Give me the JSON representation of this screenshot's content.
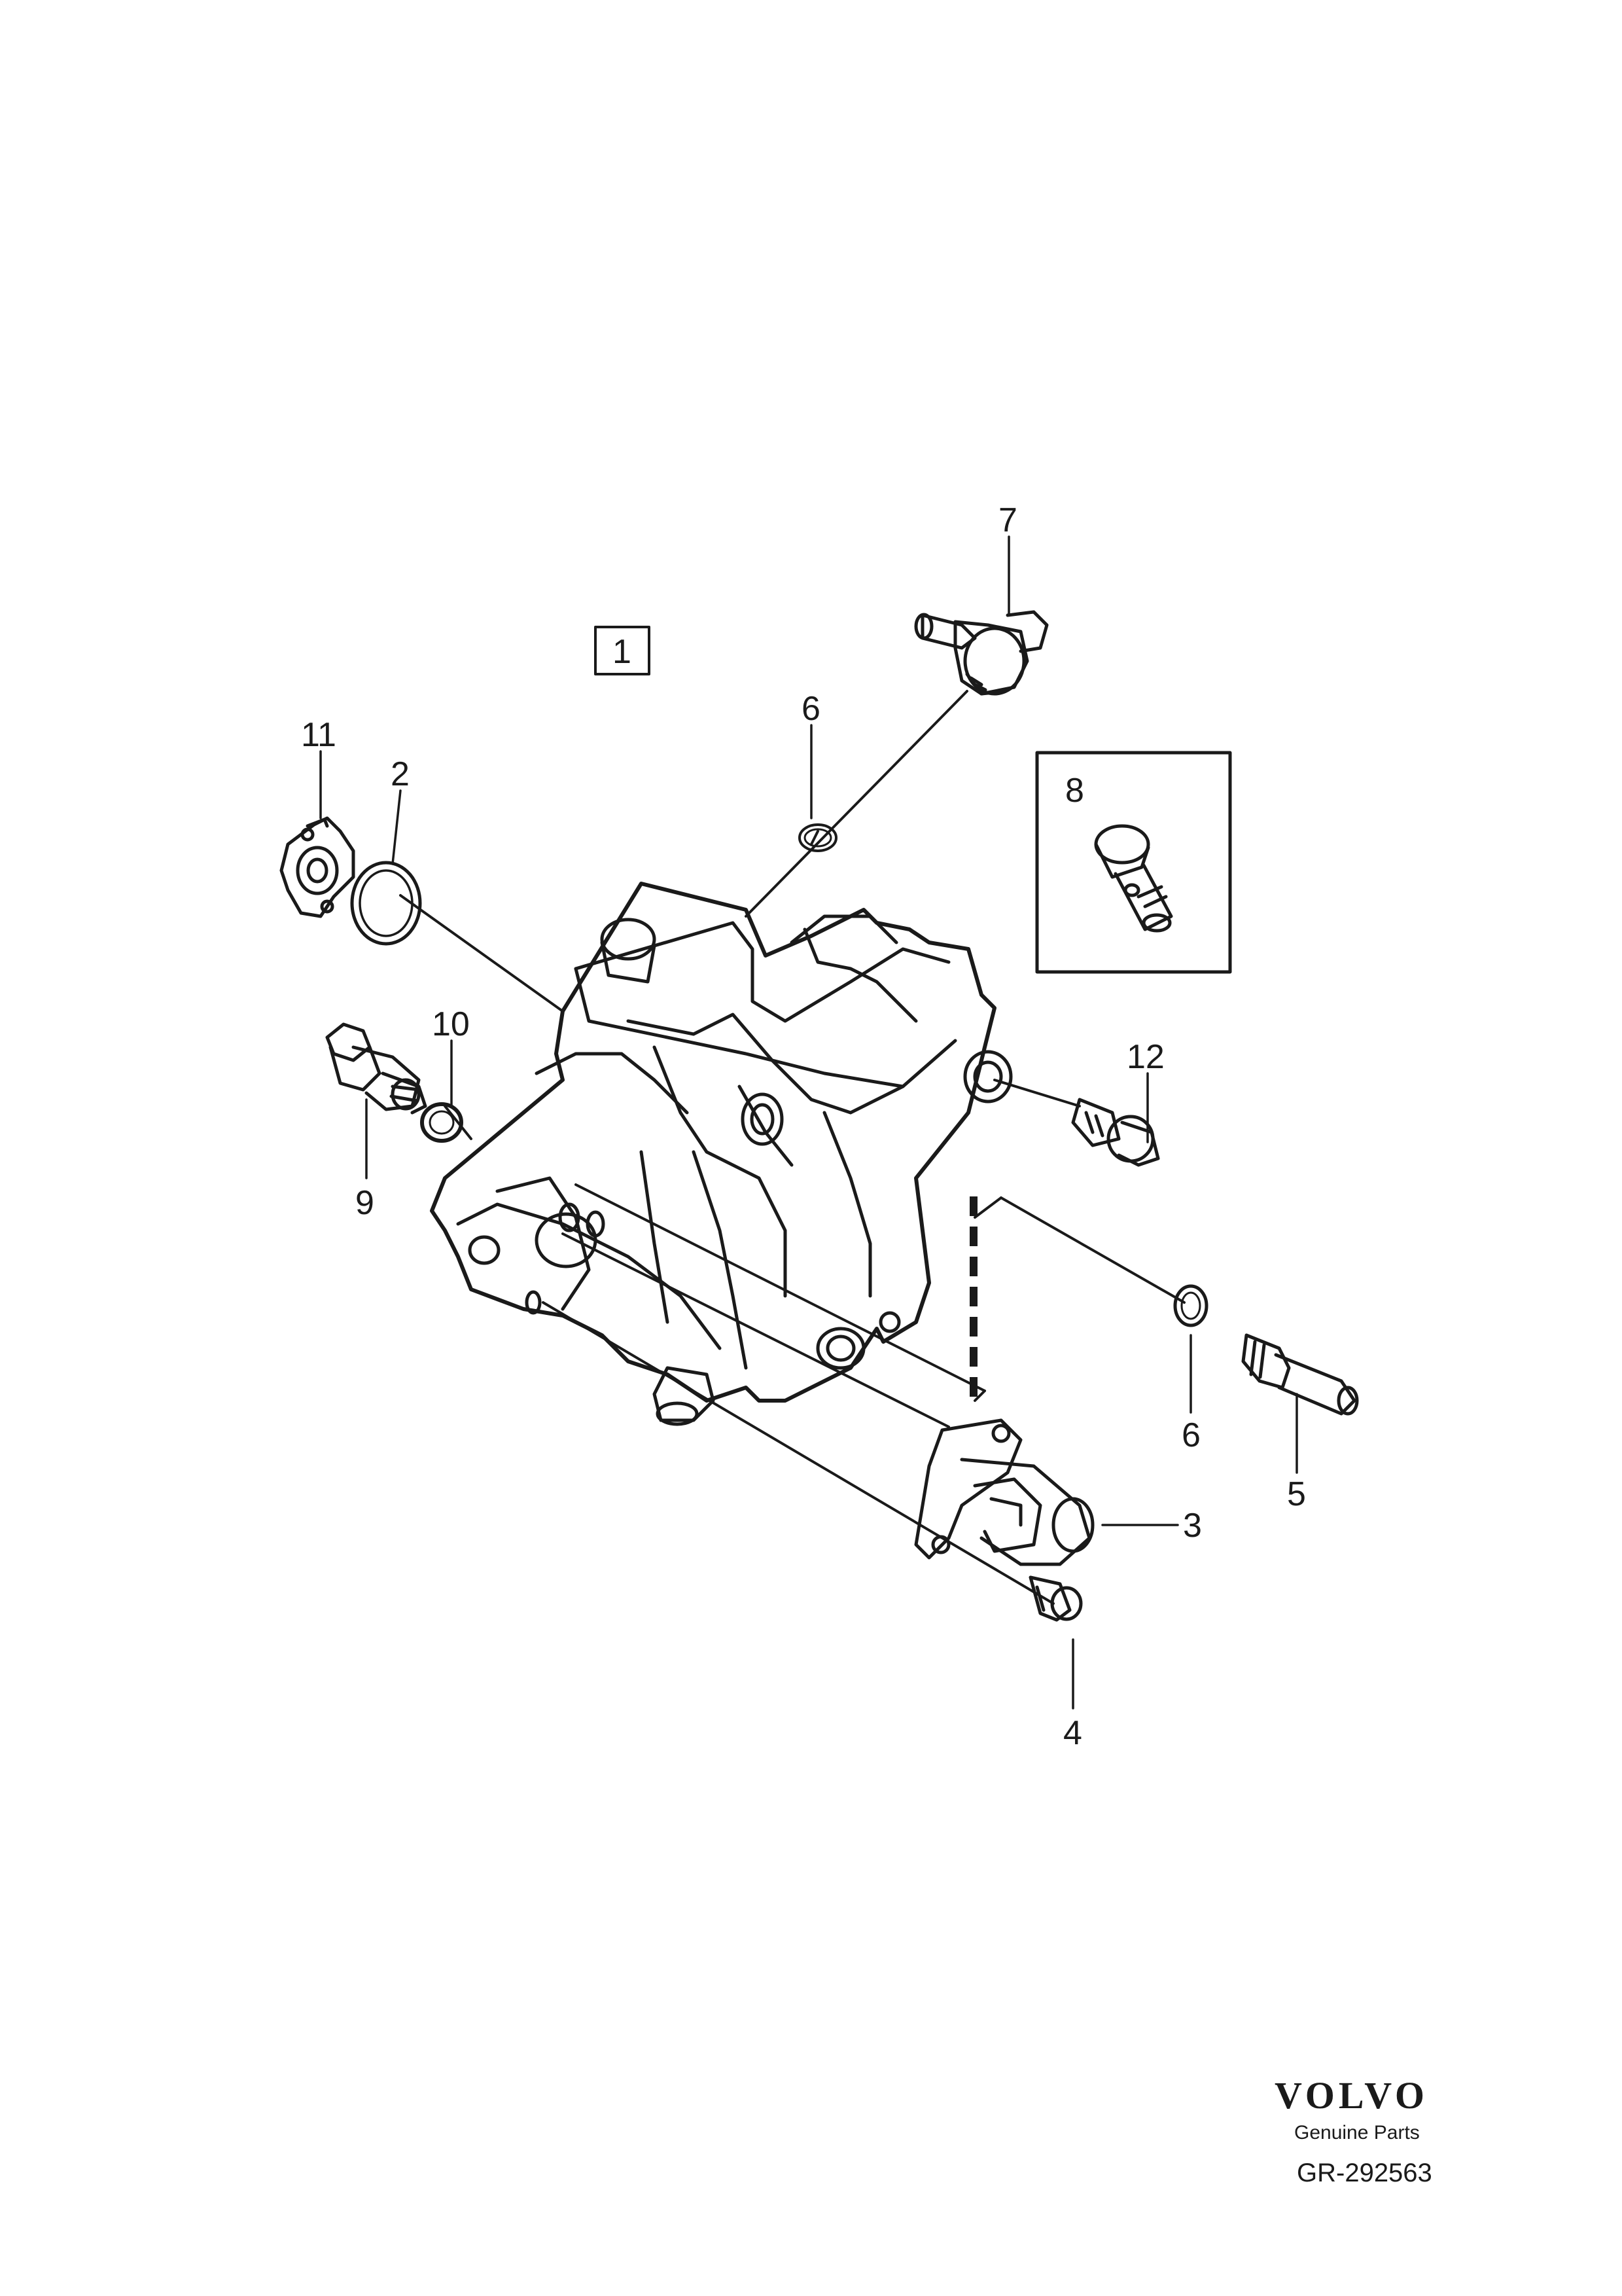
{
  "callouts": {
    "c1": "1",
    "c2": "2",
    "c3": "3",
    "c4": "4",
    "c5": "5",
    "c6a": "6",
    "c6b": "6",
    "c7": "7",
    "c8": "8",
    "c9": "9",
    "c10": "10",
    "c11": "11",
    "c12": "12"
  },
  "footer": {
    "brand": "VOLVO",
    "tagline": "Genuine Parts",
    "reference": "GR-292563"
  },
  "colors": {
    "line": "#1a1a1a",
    "background": "#ffffff"
  }
}
